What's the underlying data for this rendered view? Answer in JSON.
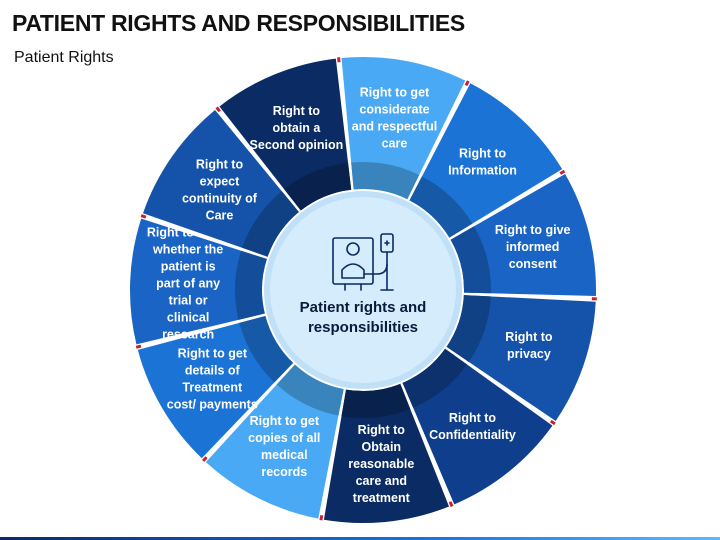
{
  "header": {
    "title": "PATIENT RIGHTS AND RESPONSIBILITIES",
    "subtitle": "Patient Rights"
  },
  "center": {
    "label": "Patient rights and responsibilities",
    "icon": "patient-iv-icon"
  },
  "segments": [
    {
      "label": "Right to get considerate and respectful care",
      "color": "#4aa9f4"
    },
    {
      "label": "Right to Information",
      "color": "#1c73d6"
    },
    {
      "label": "Right to give informed consent",
      "color": "#1a64c6"
    },
    {
      "label": "Right to privacy",
      "color": "#1553ab"
    },
    {
      "label": "Right to Confidentiality",
      "color": "#0f3f8c"
    },
    {
      "label": "Right to Obtain reasonable care and treatment",
      "color": "#0a2b63"
    },
    {
      "label": "Right to get copies of all medical records",
      "color": "#4aa9f4"
    },
    {
      "label": "Right to get details of Treatment cost/ payments",
      "color": "#1c73d6"
    },
    {
      "label": "Right to know whether the patient is part of any trial or clinical research",
      "color": "#1a64c6"
    },
    {
      "label": "Right to expect continuity of Care",
      "color": "#1553ab"
    },
    {
      "label": "Right to obtain a Second opinion",
      "color": "#0a2b63"
    }
  ],
  "colors": {
    "center_fill": "#d4ecfc",
    "center_ring": "#c0e0f7",
    "separator": "#c8202f",
    "title": "#111111"
  }
}
